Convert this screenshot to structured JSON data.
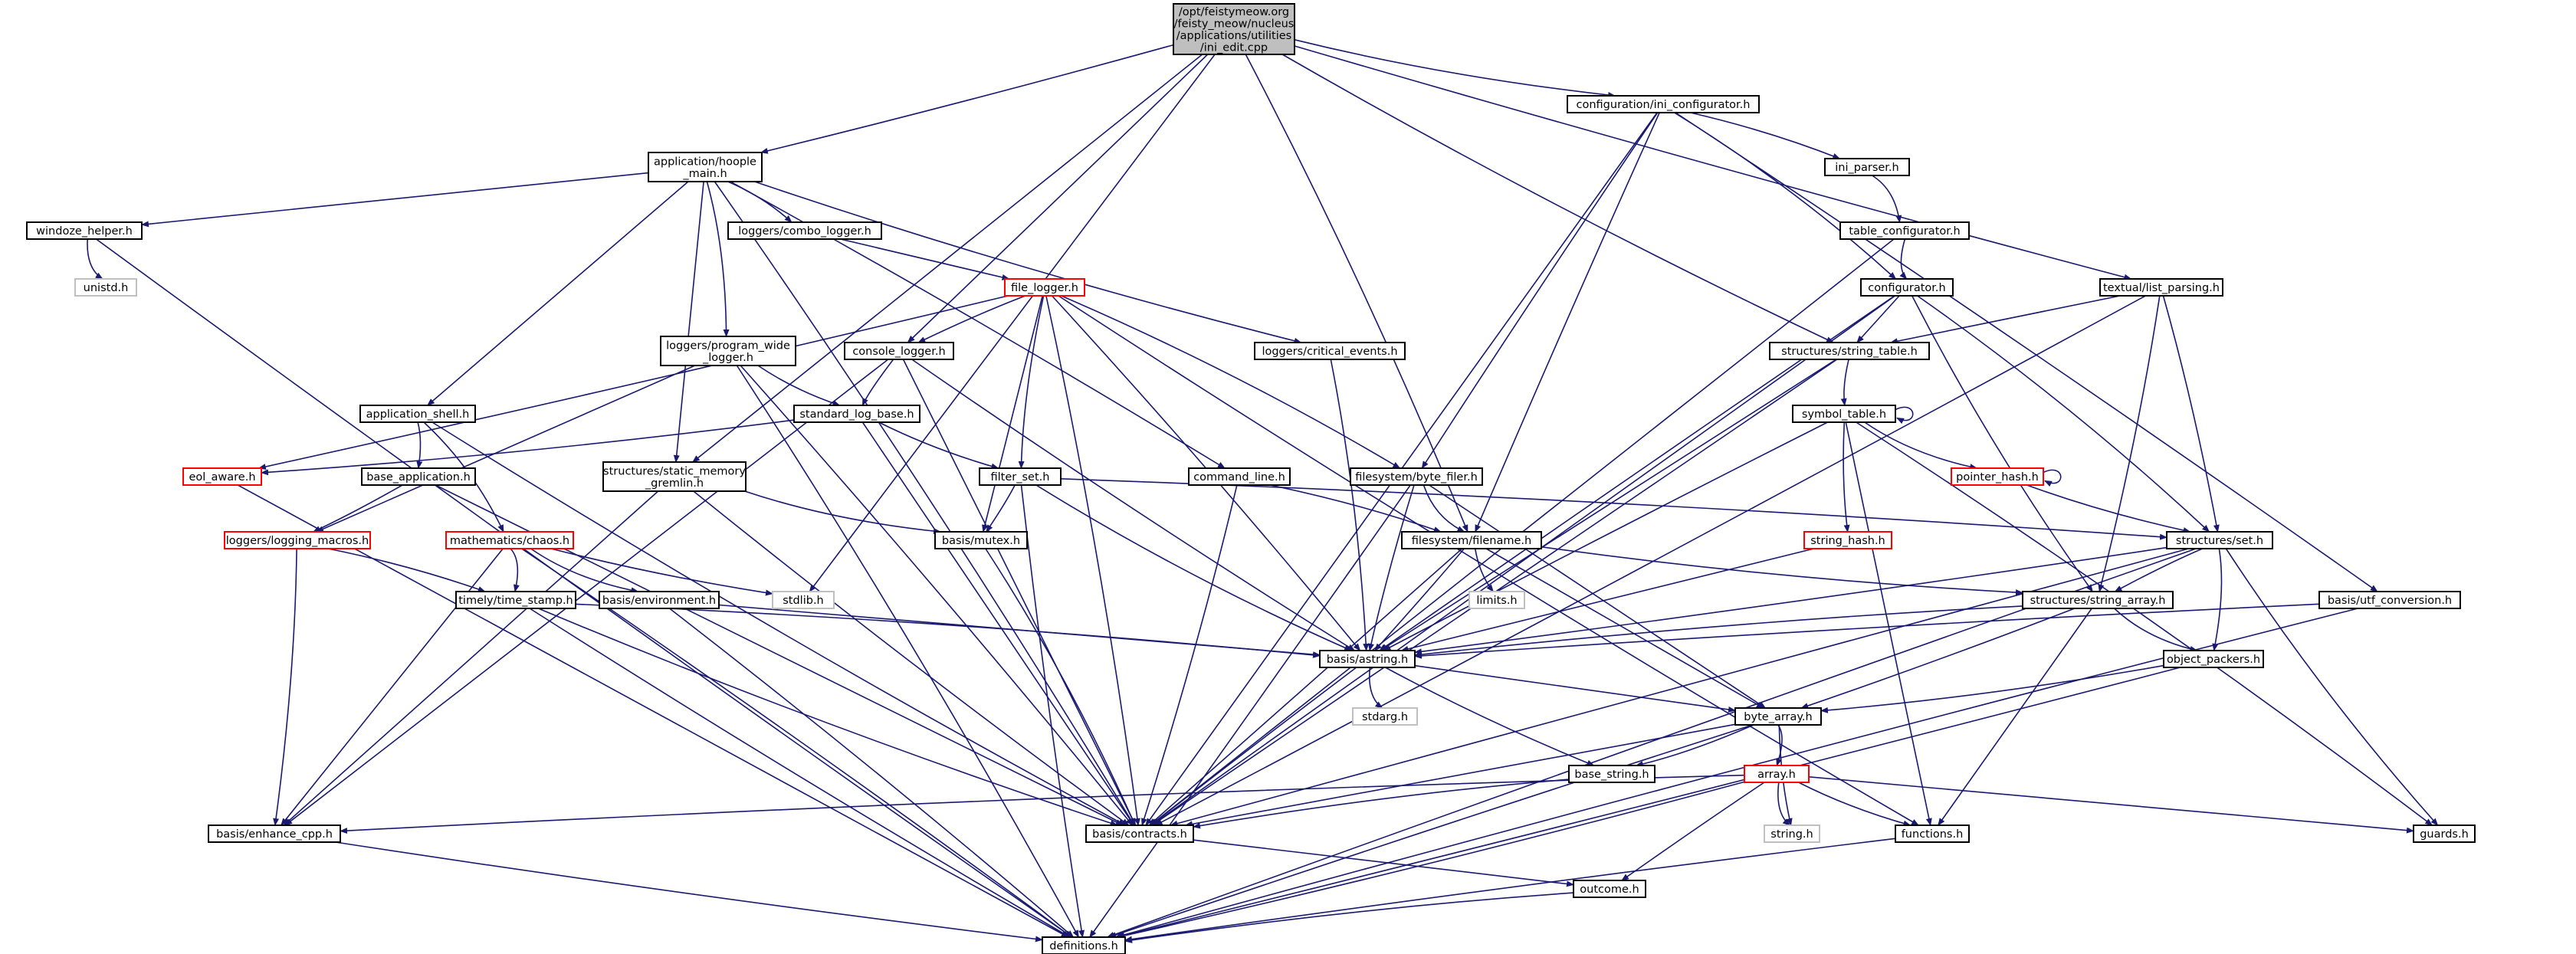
{
  "diagram": {
    "colors": {
      "edge": "#191970",
      "root_fill": "#bfbfbf",
      "normal_border": "#000000",
      "truncated_border": "#ff0000",
      "external_border": "#bfbfbf",
      "text": "#000000"
    },
    "nodes": [
      {
        "id": "root",
        "lines": [
          "/opt/feistymeow.org",
          "/feisty_meow/nucleus",
          "/applications/utilities",
          "/ini_edit.cpp"
        ],
        "kind": "root"
      },
      {
        "id": "ini_configurator",
        "lines": [
          "configuration/ini_configurator.h"
        ],
        "kind": "normal"
      },
      {
        "id": "hoople_main",
        "lines": [
          "application/hoople",
          "_main.h"
        ],
        "kind": "normal"
      },
      {
        "id": "windoze_helper",
        "lines": [
          "windoze_helper.h"
        ],
        "kind": "normal"
      },
      {
        "id": "unistd",
        "lines": [
          "unistd.h"
        ],
        "kind": "external"
      },
      {
        "id": "combo_logger",
        "lines": [
          "loggers/combo_logger.h"
        ],
        "kind": "normal"
      },
      {
        "id": "ini_parser",
        "lines": [
          "ini_parser.h"
        ],
        "kind": "normal"
      },
      {
        "id": "table_configurator",
        "lines": [
          "table_configurator.h"
        ],
        "kind": "normal"
      },
      {
        "id": "file_logger",
        "lines": [
          "file_logger.h"
        ],
        "kind": "truncated"
      },
      {
        "id": "program_wide_logger",
        "lines": [
          "loggers/program_wide",
          "_logger.h"
        ],
        "kind": "normal"
      },
      {
        "id": "console_logger",
        "lines": [
          "console_logger.h"
        ],
        "kind": "normal"
      },
      {
        "id": "critical_events",
        "lines": [
          "loggers/critical_events.h"
        ],
        "kind": "normal"
      },
      {
        "id": "configurator",
        "lines": [
          "configurator.h"
        ],
        "kind": "normal"
      },
      {
        "id": "list_parsing",
        "lines": [
          "textual/list_parsing.h"
        ],
        "kind": "normal"
      },
      {
        "id": "string_table",
        "lines": [
          "structures/string_table.h"
        ],
        "kind": "normal"
      },
      {
        "id": "application_shell",
        "lines": [
          "application_shell.h"
        ],
        "kind": "normal"
      },
      {
        "id": "standard_log_base",
        "lines": [
          "standard_log_base.h"
        ],
        "kind": "normal"
      },
      {
        "id": "symbol_table",
        "lines": [
          "symbol_table.h"
        ],
        "kind": "normal"
      },
      {
        "id": "eol_aware",
        "lines": [
          "eol_aware.h"
        ],
        "kind": "truncated"
      },
      {
        "id": "base_application",
        "lines": [
          "base_application.h"
        ],
        "kind": "normal"
      },
      {
        "id": "static_memory_gremlin",
        "lines": [
          "structures/static_memory",
          "_gremlin.h"
        ],
        "kind": "normal"
      },
      {
        "id": "filter_set",
        "lines": [
          "filter_set.h"
        ],
        "kind": "normal"
      },
      {
        "id": "command_line",
        "lines": [
          "command_line.h"
        ],
        "kind": "normal"
      },
      {
        "id": "byte_filer",
        "lines": [
          "filesystem/byte_filer.h"
        ],
        "kind": "normal"
      },
      {
        "id": "pointer_hash",
        "lines": [
          "pointer_hash.h"
        ],
        "kind": "truncated"
      },
      {
        "id": "logging_macros",
        "lines": [
          "loggers/logging_macros.h"
        ],
        "kind": "truncated"
      },
      {
        "id": "chaos",
        "lines": [
          "mathematics/chaos.h"
        ],
        "kind": "truncated"
      },
      {
        "id": "mutex",
        "lines": [
          "basis/mutex.h"
        ],
        "kind": "normal"
      },
      {
        "id": "filename",
        "lines": [
          "filesystem/filename.h"
        ],
        "kind": "normal"
      },
      {
        "id": "string_hash",
        "lines": [
          "string_hash.h"
        ],
        "kind": "truncated"
      },
      {
        "id": "set",
        "lines": [
          "structures/set.h"
        ],
        "kind": "normal"
      },
      {
        "id": "time_stamp",
        "lines": [
          "timely/time_stamp.h"
        ],
        "kind": "normal"
      },
      {
        "id": "environment",
        "lines": [
          "basis/environment.h"
        ],
        "kind": "normal"
      },
      {
        "id": "stdlib",
        "lines": [
          "stdlib.h"
        ],
        "kind": "external"
      },
      {
        "id": "limits",
        "lines": [
          "limits.h"
        ],
        "kind": "external"
      },
      {
        "id": "string_array",
        "lines": [
          "structures/string_array.h"
        ],
        "kind": "normal"
      },
      {
        "id": "utf_conversion",
        "lines": [
          "basis/utf_conversion.h"
        ],
        "kind": "normal"
      },
      {
        "id": "astring",
        "lines": [
          "basis/astring.h"
        ],
        "kind": "normal"
      },
      {
        "id": "object_packers",
        "lines": [
          "object_packers.h"
        ],
        "kind": "normal"
      },
      {
        "id": "stdarg",
        "lines": [
          "stdarg.h"
        ],
        "kind": "external"
      },
      {
        "id": "byte_array",
        "lines": [
          "byte_array.h"
        ],
        "kind": "normal"
      },
      {
        "id": "base_string",
        "lines": [
          "base_string.h"
        ],
        "kind": "normal"
      },
      {
        "id": "array",
        "lines": [
          "array.h"
        ],
        "kind": "truncated"
      },
      {
        "id": "enhance_cpp",
        "lines": [
          "basis/enhance_cpp.h"
        ],
        "kind": "normal"
      },
      {
        "id": "contracts",
        "lines": [
          "basis/contracts.h"
        ],
        "kind": "normal"
      },
      {
        "id": "string_h",
        "lines": [
          "string.h"
        ],
        "kind": "external"
      },
      {
        "id": "functions",
        "lines": [
          "functions.h"
        ],
        "kind": "normal"
      },
      {
        "id": "guards",
        "lines": [
          "guards.h"
        ],
        "kind": "normal"
      },
      {
        "id": "outcome",
        "lines": [
          "outcome.h"
        ],
        "kind": "normal"
      },
      {
        "id": "definitions",
        "lines": [
          "definitions.h"
        ],
        "kind": "normal"
      }
    ],
    "edges": [
      [
        "root",
        "ini_configurator"
      ],
      [
        "root",
        "hoople_main"
      ],
      [
        "root",
        "console_logger"
      ],
      [
        "root",
        "stdlib"
      ],
      [
        "root",
        "filename"
      ],
      [
        "root",
        "string_table"
      ],
      [
        "root",
        "list_parsing"
      ],
      [
        "root",
        "static_memory_gremlin"
      ],
      [
        "ini_configurator",
        "ini_parser"
      ],
      [
        "ini_configurator",
        "configurator"
      ],
      [
        "ini_configurator",
        "byte_filer"
      ],
      [
        "ini_configurator",
        "filename"
      ],
      [
        "ini_configurator",
        "contracts"
      ],
      [
        "ini_configurator",
        "utf_conversion"
      ],
      [
        "ini_parser",
        "table_configurator"
      ],
      [
        "table_configurator",
        "configurator"
      ],
      [
        "table_configurator",
        "contracts"
      ],
      [
        "configurator",
        "string_table"
      ],
      [
        "configurator",
        "astring"
      ],
      [
        "configurator",
        "set"
      ],
      [
        "configurator",
        "string_array"
      ],
      [
        "configurator",
        "contracts"
      ],
      [
        "list_parsing",
        "string_table"
      ],
      [
        "list_parsing",
        "set"
      ],
      [
        "list_parsing",
        "string_array"
      ],
      [
        "list_parsing",
        "contracts"
      ],
      [
        "string_table",
        "symbol_table"
      ],
      [
        "string_table",
        "astring"
      ],
      [
        "string_table",
        "contracts"
      ],
      [
        "symbol_table",
        "symbol_table"
      ],
      [
        "symbol_table",
        "pointer_hash"
      ],
      [
        "symbol_table",
        "string_hash"
      ],
      [
        "symbol_table",
        "functions"
      ],
      [
        "symbol_table",
        "astring"
      ],
      [
        "symbol_table",
        "guards"
      ],
      [
        "pointer_hash",
        "pointer_hash"
      ],
      [
        "pointer_hash",
        "set"
      ],
      [
        "string_hash",
        "astring"
      ],
      [
        "set",
        "string_array"
      ],
      [
        "set",
        "object_packers"
      ],
      [
        "set",
        "guards"
      ],
      [
        "set",
        "astring"
      ],
      [
        "set",
        "contracts"
      ],
      [
        "set",
        "definitions"
      ],
      [
        "string_array",
        "astring"
      ],
      [
        "string_array",
        "object_packers"
      ],
      [
        "string_array",
        "byte_array"
      ],
      [
        "string_array",
        "functions"
      ],
      [
        "utf_conversion",
        "astring"
      ],
      [
        "utf_conversion",
        "definitions"
      ],
      [
        "object_packers",
        "byte_array"
      ],
      [
        "object_packers",
        "definitions"
      ],
      [
        "hoople_main",
        "windoze_helper"
      ],
      [
        "hoople_main",
        "combo_logger"
      ],
      [
        "hoople_main",
        "program_wide_logger"
      ],
      [
        "hoople_main",
        "critical_events"
      ],
      [
        "hoople_main",
        "application_shell"
      ],
      [
        "hoople_main",
        "static_memory_gremlin"
      ],
      [
        "hoople_main",
        "command_line"
      ],
      [
        "hoople_main",
        "contracts"
      ],
      [
        "windoze_helper",
        "unistd"
      ],
      [
        "windoze_helper",
        "definitions"
      ],
      [
        "combo_logger",
        "file_logger"
      ],
      [
        "file_logger",
        "console_logger"
      ],
      [
        "file_logger",
        "byte_filer"
      ],
      [
        "file_logger",
        "filter_set"
      ],
      [
        "file_logger",
        "eol_aware"
      ],
      [
        "file_logger",
        "mutex"
      ],
      [
        "file_logger",
        "astring"
      ],
      [
        "file_logger",
        "contracts"
      ],
      [
        "file_logger",
        "functions"
      ],
      [
        "program_wide_logger",
        "standard_log_base"
      ],
      [
        "program_wide_logger",
        "logging_macros"
      ],
      [
        "program_wide_logger",
        "contracts"
      ],
      [
        "program_wide_logger",
        "definitions"
      ],
      [
        "console_logger",
        "standard_log_base"
      ],
      [
        "console_logger",
        "astring"
      ],
      [
        "console_logger",
        "contracts"
      ],
      [
        "console_logger",
        "enhance_cpp"
      ],
      [
        "critical_events",
        "astring"
      ],
      [
        "standard_log_base",
        "eol_aware"
      ],
      [
        "standard_log_base",
        "filter_set"
      ],
      [
        "standard_log_base",
        "contracts"
      ],
      [
        "filter_set",
        "mutex"
      ],
      [
        "filter_set",
        "set"
      ],
      [
        "filter_set",
        "astring"
      ],
      [
        "filter_set",
        "definitions"
      ],
      [
        "eol_aware",
        "definitions"
      ],
      [
        "application_shell",
        "base_application"
      ],
      [
        "application_shell",
        "chaos"
      ],
      [
        "application_shell",
        "contracts"
      ],
      [
        "base_application",
        "logging_macros"
      ],
      [
        "base_application",
        "contracts"
      ],
      [
        "logging_macros",
        "time_stamp"
      ],
      [
        "logging_macros",
        "enhance_cpp"
      ],
      [
        "static_memory_gremlin",
        "mutex"
      ],
      [
        "static_memory_gremlin",
        "contracts"
      ],
      [
        "static_memory_gremlin",
        "enhance_cpp"
      ],
      [
        "command_line",
        "filename"
      ],
      [
        "command_line",
        "contracts"
      ],
      [
        "byte_filer",
        "filename"
      ],
      [
        "byte_filer",
        "astring"
      ],
      [
        "byte_filer",
        "byte_array"
      ],
      [
        "byte_filer",
        "definitions"
      ],
      [
        "filename",
        "astring"
      ],
      [
        "filename",
        "string_array"
      ],
      [
        "filename",
        "limits"
      ],
      [
        "filename",
        "byte_array"
      ],
      [
        "filename",
        "contracts"
      ],
      [
        "chaos",
        "time_stamp"
      ],
      [
        "chaos",
        "environment"
      ],
      [
        "chaos",
        "stdlib"
      ],
      [
        "chaos",
        "enhance_cpp"
      ],
      [
        "chaos",
        "definitions"
      ],
      [
        "time_stamp",
        "astring"
      ],
      [
        "time_stamp",
        "contracts"
      ],
      [
        "time_stamp",
        "definitions"
      ],
      [
        "environment",
        "astring"
      ],
      [
        "environment",
        "definitions"
      ],
      [
        "mutex",
        "contracts"
      ],
      [
        "astring",
        "stdarg"
      ],
      [
        "astring",
        "base_string"
      ],
      [
        "astring",
        "byte_array"
      ],
      [
        "astring",
        "contracts"
      ],
      [
        "byte_array",
        "array"
      ],
      [
        "byte_array",
        "base_string"
      ],
      [
        "byte_array",
        "string_h"
      ],
      [
        "byte_array",
        "contracts"
      ],
      [
        "byte_array",
        "definitions"
      ],
      [
        "base_string",
        "contracts"
      ],
      [
        "array",
        "string_h"
      ],
      [
        "array",
        "functions"
      ],
      [
        "array",
        "guards"
      ],
      [
        "array",
        "outcome"
      ],
      [
        "array",
        "enhance_cpp"
      ],
      [
        "array",
        "definitions"
      ],
      [
        "enhance_cpp",
        "definitions"
      ],
      [
        "contracts",
        "outcome"
      ],
      [
        "functions",
        "definitions"
      ],
      [
        "outcome",
        "definitions"
      ]
    ]
  }
}
